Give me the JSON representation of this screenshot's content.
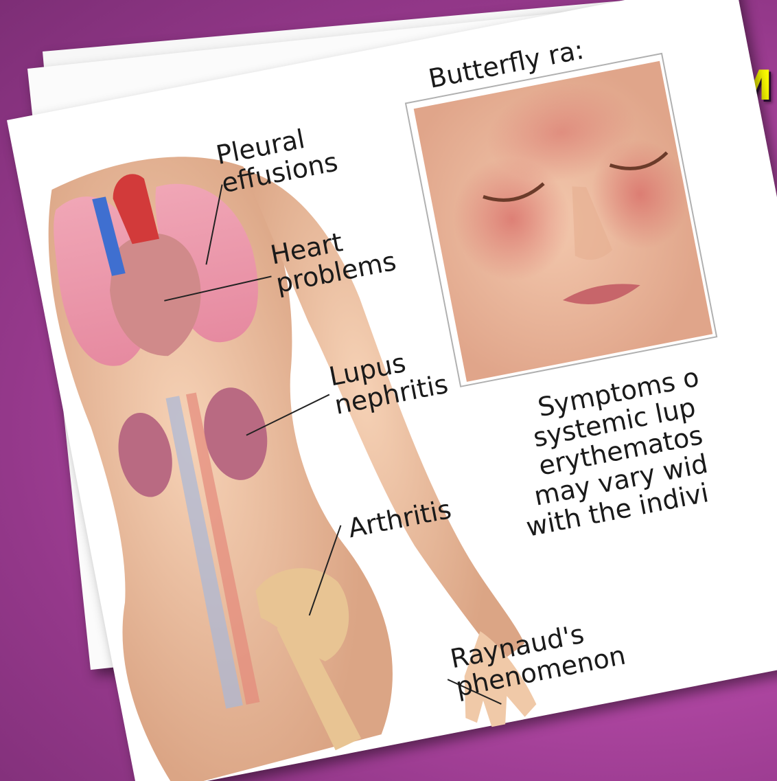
{
  "slide": {
    "title_fragment": "M",
    "accent_color": "#ffff00",
    "background_color": "#b64aa8"
  },
  "figure": {
    "inset_heading": "Butterfly ra:",
    "labels": {
      "pleural_line1": "Pleural",
      "pleural_line2": "effusions",
      "heart_line1": "Heart",
      "heart_line2": "problems",
      "lupus_line1": "Lupus",
      "lupus_line2": "nephritis",
      "arthritis": "Arthritis",
      "raynaud_line1": "Raynaud's",
      "raynaud_line2": "phenomenon"
    },
    "caption_lines": [
      "Symptoms o",
      "systemic lup",
      "erythematos",
      "may vary wid",
      "with the indivi"
    ]
  }
}
